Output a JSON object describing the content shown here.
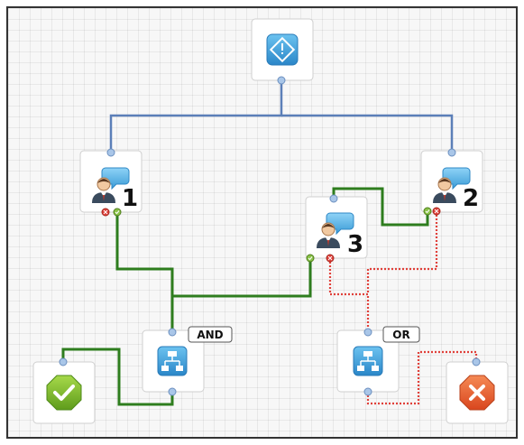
{
  "diagram": {
    "steps": [
      {
        "id": "approval-1",
        "number": "1"
      },
      {
        "id": "approval-2",
        "number": "2"
      },
      {
        "id": "approval-3",
        "number": "3"
      }
    ],
    "gateways": {
      "and_label": "AND",
      "or_label": "OR"
    },
    "colors": {
      "start_icon": "#3a9bd6",
      "branch": "#5b7fb8",
      "approved": "#2e7d1e",
      "rejected": "#e0403a",
      "end_success": "#7fbf2a",
      "end_failure": "#e8632f",
      "gateway_icon": "#3a9bd6"
    },
    "icons": {
      "start": "start-diamond-icon",
      "approval": "user-chat-icon",
      "gateway": "flow-branch-icon",
      "success_end": "check-icon",
      "failure_end": "x-icon"
    }
  }
}
